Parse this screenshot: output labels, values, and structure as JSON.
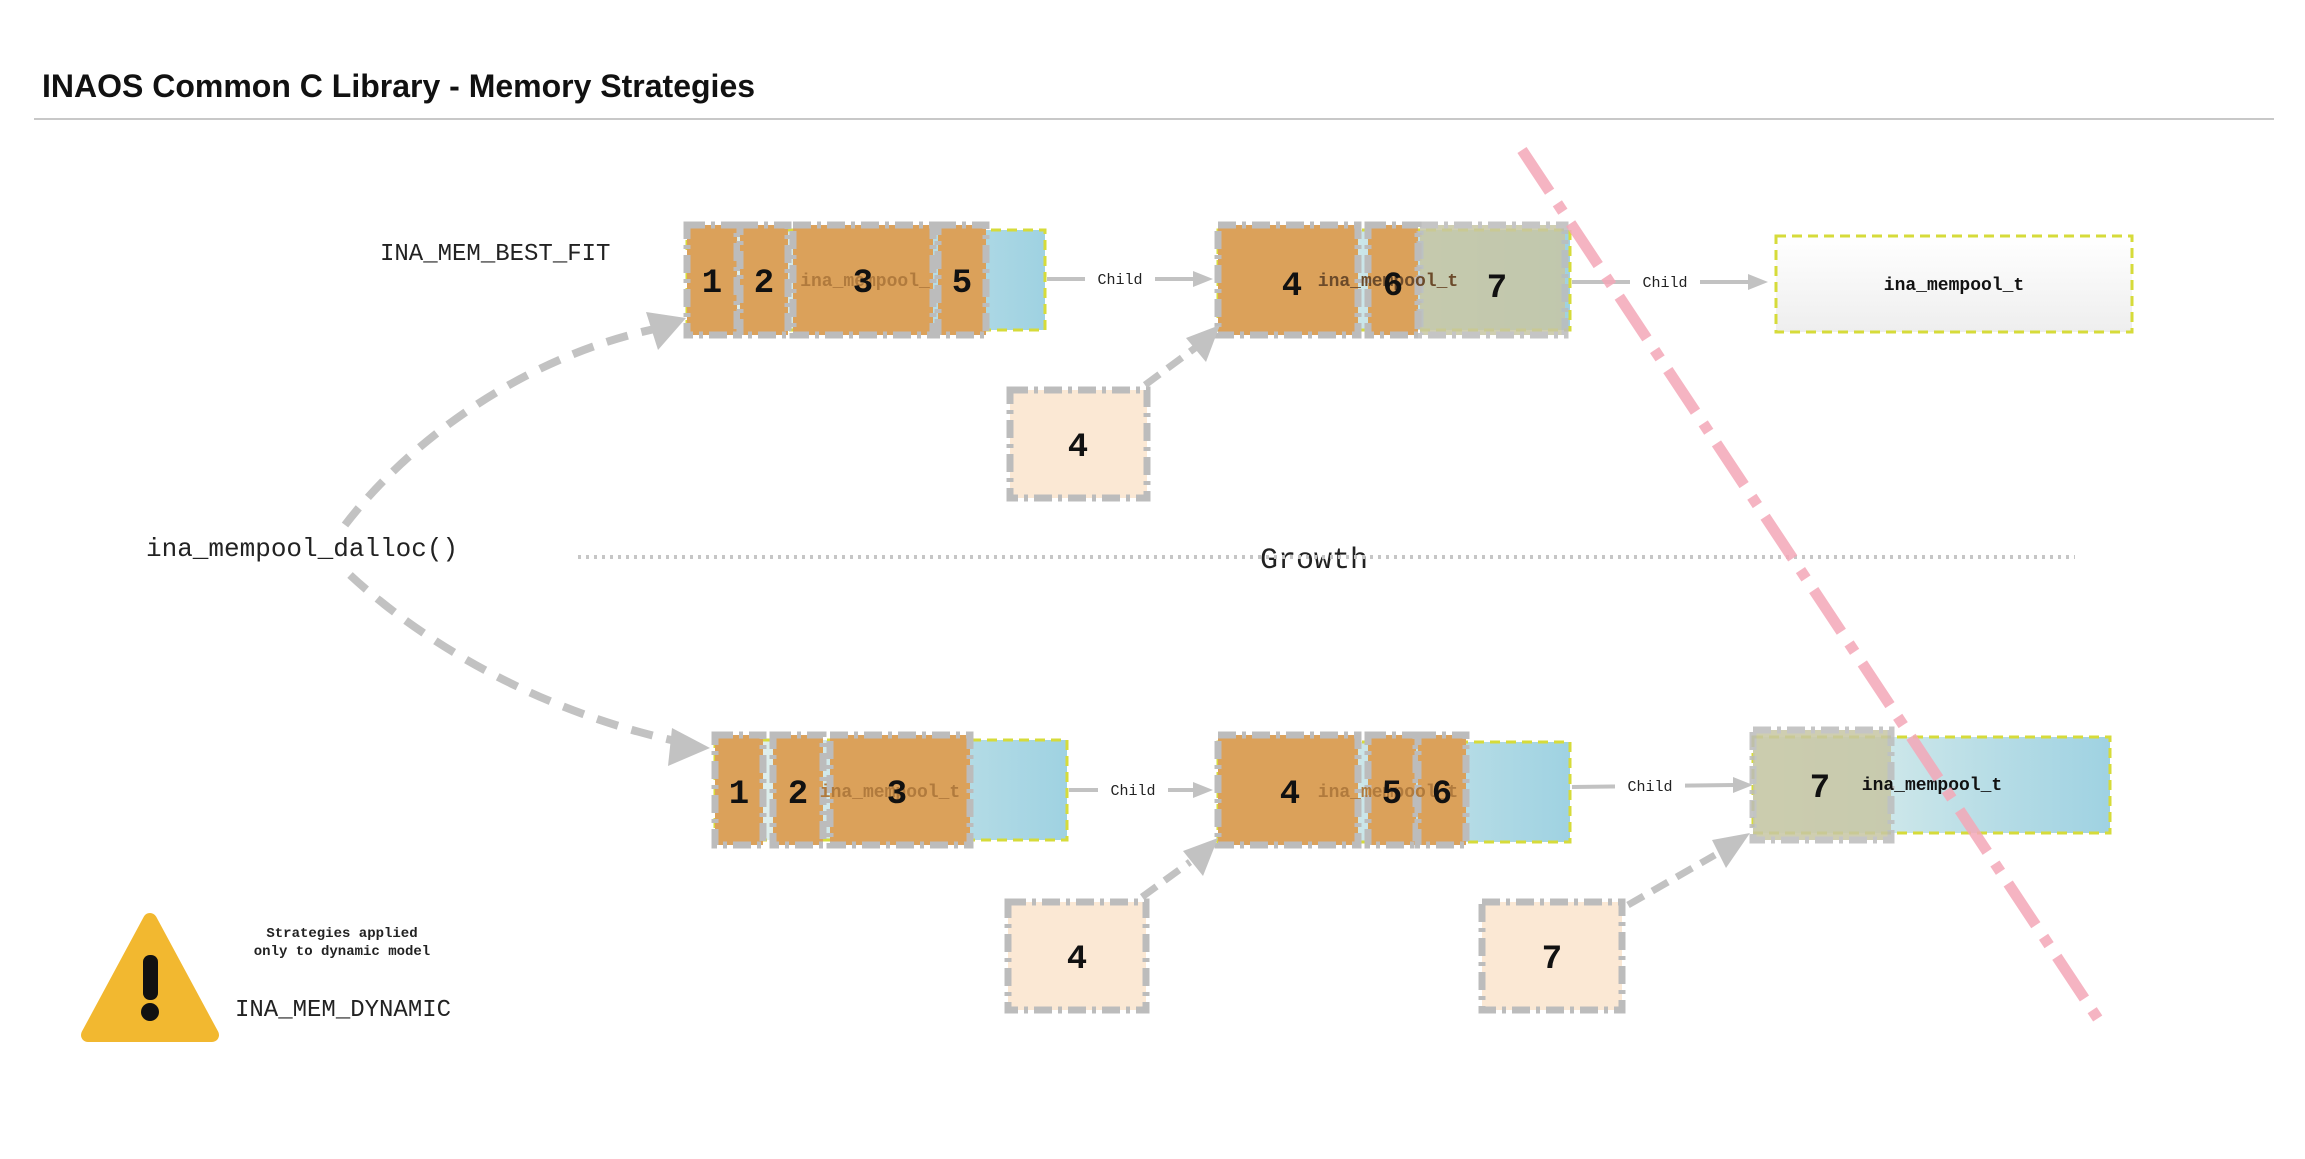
{
  "title": "INAOS Common C Library - Memory Strategies",
  "labels": {
    "best_fit": "INA_MEM_BEST_FIT",
    "dalloc": "ina_mempool_dalloc()",
    "growth": "Growth",
    "dynamic": "INA_MEM_DYNAMIC",
    "note_line1": "Strategies applied",
    "note_line2": "only to dynamic model",
    "child": "Child"
  },
  "top_row": {
    "pool1": {
      "name": "ina_mempool_",
      "blocks": [
        "1",
        "2",
        "3",
        "5"
      ]
    },
    "pool2": {
      "name": "ina_mempool_t",
      "blocks": [
        "4",
        "6",
        "7"
      ]
    },
    "pool3": {
      "name": "ina_mempool_t"
    },
    "incoming": "4"
  },
  "bottom_row": {
    "pool1": {
      "name": "ina_mempool_t",
      "blocks": [
        "1",
        "2",
        "3"
      ]
    },
    "pool2": {
      "name": "ina_mempool_t",
      "blocks": [
        "4",
        "5",
        "6"
      ]
    },
    "pool3": {
      "name": "ina_mempool_t",
      "blocks": [
        "7"
      ]
    },
    "incoming": [
      "4",
      "7"
    ]
  },
  "colors": {
    "block": "#dba15a",
    "block_border": "#b9b9b9",
    "pool_border": "#d6db3a",
    "pool_fill": "#a3d4e3",
    "incoming_fill": "#fbe8d4",
    "strike": "#f4a8b8",
    "warning": "#f2b830"
  }
}
